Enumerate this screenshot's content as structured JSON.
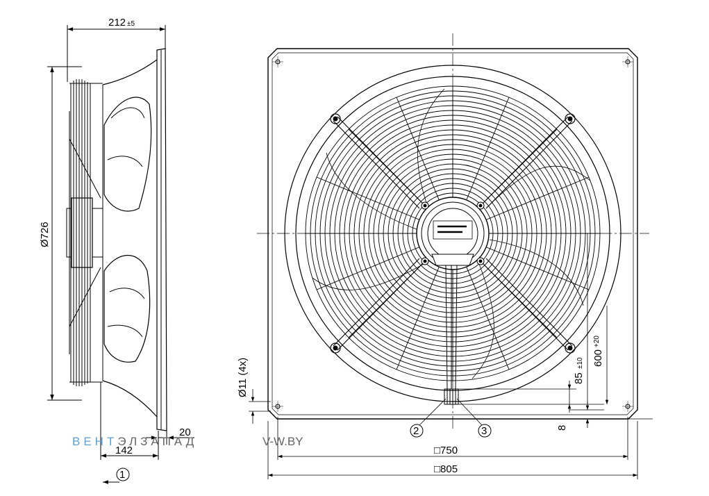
{
  "labels": {
    "depth_main": "212",
    "depth_tol": "±5",
    "diameter": "Ø726",
    "offset_20": "20",
    "offset_142": "142",
    "flow_marker": "1",
    "hole": "Ø11 (4x)",
    "cable_85": "85",
    "cable_85_tol": "±10",
    "cable_600": "600",
    "cable_600_tol": "+20",
    "offset_8": "8",
    "callout_2": "2",
    "callout_3": "3",
    "square_750": "□750",
    "square_805": "□805"
  },
  "watermark": {
    "part_blue": "ВЕНТ",
    "part_grey": "ЭЛЗАПАД",
    "url": "V-W.BY",
    "blue_color": "#5aa0d8",
    "grey_color": "#666666"
  }
}
